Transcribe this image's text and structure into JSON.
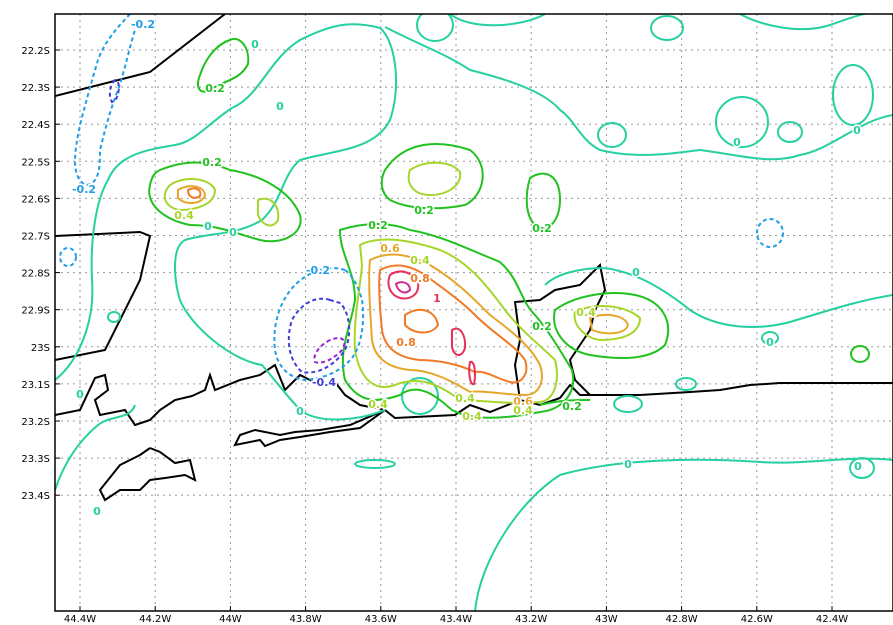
{
  "chart_data": {
    "type": "contour",
    "title": "",
    "colors": {
      "c_neg04": "#3f3fd6",
      "c_neg06": "#9b1fd6",
      "c_neg02": "#1f9fe6",
      "c_0": "#26d0a0",
      "c_02": "#21c21f",
      "c_04": "#a6d62a",
      "c_06": "#e6a62a",
      "c_08": "#f07a25",
      "c_1": "#e6305a",
      "c_12": "#d62a8f",
      "coast": "#000000",
      "grid": "#9a9a9a"
    },
    "grid": true,
    "x_ticks": [
      "44.4W",
      "44.2W",
      "44W",
      "43.8W",
      "43.6W",
      "43.4W",
      "43.2W",
      "43W",
      "42.8W",
      "42.6W",
      "42.4W"
    ],
    "y_ticks": [
      "22.2S",
      "22.3S",
      "22.4S",
      "22.5S",
      "22.6S",
      "22.7S",
      "22.8S",
      "22.9S",
      "23S",
      "23.1S",
      "23.2S",
      "23.3S",
      "23.4S"
    ],
    "contour_labels": [
      "-0.2",
      "0.2",
      "0",
      "0",
      "0",
      "0",
      "0",
      "-0.2",
      "0.2",
      "0.4",
      "0",
      "0.2",
      "0.2",
      "0.2",
      "0.6",
      "0.4",
      "0.8",
      "1",
      "0.8",
      "0.4",
      "0.2",
      "0.4",
      "0.2",
      "0",
      "0",
      "-0.2",
      "-0.4",
      "0",
      "0",
      "0.4",
      "0.6",
      "0.4",
      "0.4",
      "0.2",
      "0",
      "0",
      "0"
    ],
    "levels": [
      -0.6,
      -0.4,
      -0.2,
      0,
      0.2,
      0.4,
      0.6,
      0.8,
      1
    ]
  }
}
